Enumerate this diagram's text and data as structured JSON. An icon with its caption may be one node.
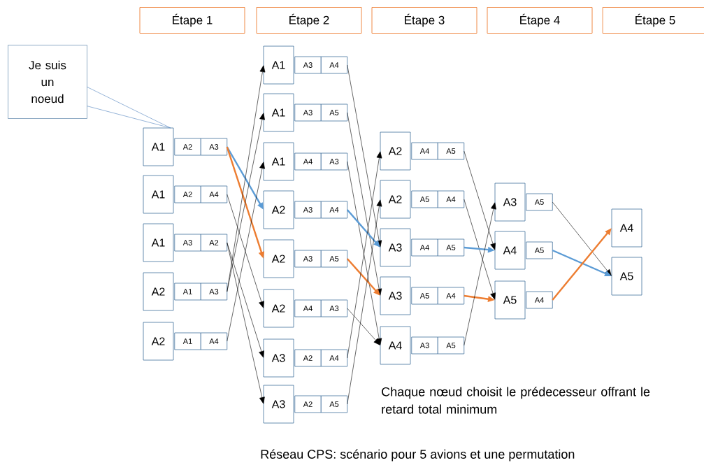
{
  "diagram": {
    "caption": "Réseau CPS: scénario pour 5 avions et une permutation",
    "nodes": [
      {
        "text": [
          "Étape 1"
        ]
      },
      {
        "text": [
          "Étape 2"
        ]
      },
      {
        "text": [
          "Étape 3"
        ]
      },
      {
        "text": [
          "Étape 4"
        ]
      },
      {
        "text": [
          "Étape 5"
        ]
      },
      {
        "text": [
          "Je suis un noeud"
        ]
      },
      {
        "text": [
          "A1"
        ]
      },
      {
        "text": [
          "A2"
        ]
      },
      {
        "text": [
          "A3"
        ]
      },
      {
        "text": [
          "A1"
        ]
      },
      {
        "text": [
          "A2"
        ]
      },
      {
        "text": [
          "A4"
        ]
      },
      {
        "text": [
          "A1"
        ]
      },
      {
        "text": [
          "A3"
        ]
      },
      {
        "text": [
          "A2"
        ]
      },
      {
        "text": [
          "A2"
        ]
      },
      {
        "text": [
          "A1"
        ]
      },
      {
        "text": [
          "A3"
        ]
      },
      {
        "text": [
          "A2"
        ]
      },
      {
        "text": [
          "A1"
        ]
      },
      {
        "text": [
          "A4"
        ]
      },
      {
        "text": [
          "A1"
        ]
      },
      {
        "text": [
          "A3"
        ]
      },
      {
        "text": [
          "A4"
        ]
      },
      {
        "text": [
          "A1"
        ]
      },
      {
        "text": [
          "A3"
        ]
      },
      {
        "text": [
          "A5"
        ]
      },
      {
        "text": [
          "A1"
        ]
      },
      {
        "text": [
          "A4"
        ]
      },
      {
        "text": [
          "A3"
        ]
      },
      {
        "text": [
          "A2"
        ]
      },
      {
        "text": [
          "A3"
        ]
      },
      {
        "text": [
          "A4"
        ]
      },
      {
        "text": [
          "A2"
        ]
      },
      {
        "text": [
          "A3"
        ]
      },
      {
        "text": [
          "A5"
        ]
      },
      {
        "text": [
          "A2"
        ]
      },
      {
        "text": [
          "A4"
        ]
      },
      {
        "text": [
          "A3"
        ]
      },
      {
        "text": [
          "A3"
        ]
      },
      {
        "text": [
          "A2"
        ]
      },
      {
        "text": [
          "A4"
        ]
      },
      {
        "text": [
          "A3"
        ]
      },
      {
        "text": [
          "A2"
        ]
      },
      {
        "text": [
          "A5"
        ]
      },
      {
        "text": [
          "A2"
        ]
      },
      {
        "text": [
          "A4"
        ]
      },
      {
        "text": [
          "A5"
        ]
      },
      {
        "text": [
          "A2"
        ]
      },
      {
        "text": [
          "A5"
        ]
      },
      {
        "text": [
          "A4"
        ]
      },
      {
        "text": [
          "A3"
        ]
      },
      {
        "text": [
          "A4"
        ]
      },
      {
        "text": [
          "A5"
        ]
      },
      {
        "text": [
          "A3"
        ]
      },
      {
        "text": [
          "A5"
        ]
      },
      {
        "text": [
          "A4"
        ]
      },
      {
        "text": [
          "A4"
        ]
      },
      {
        "text": [
          "A3"
        ]
      },
      {
        "text": [
          "A5"
        ]
      },
      {
        "text": [
          "A3"
        ]
      },
      {
        "text": [
          "A5"
        ]
      },
      {
        "text": [
          "A4"
        ]
      },
      {
        "text": [
          "A5"
        ]
      },
      {
        "text": [
          "A5"
        ]
      },
      {
        "text": [
          "A4"
        ]
      },
      {
        "text": [
          "A4"
        ]
      },
      {
        "text": [
          "A5"
        ]
      }
    ],
    "edges": [
      {
        "from": 5,
        "to": 6,
        "arrow": "none",
        "color": "#4f81bd"
      },
      {
        "from": 8,
        "to": 30,
        "arrow": "to",
        "style": "thick",
        "color": "#5b9bd5"
      },
      {
        "from": 8,
        "to": 33,
        "arrow": "to",
        "style": "thick",
        "color": "#ed7d31"
      },
      {
        "from": 11,
        "to": 36,
        "arrow": "to"
      },
      {
        "from": 14,
        "to": 39,
        "arrow": "to"
      },
      {
        "from": 14,
        "to": 42,
        "arrow": "to"
      },
      {
        "from": 17,
        "to": 21,
        "arrow": "to"
      },
      {
        "from": 17,
        "to": 24,
        "arrow": "to"
      },
      {
        "from": 20,
        "to": 27,
        "arrow": "to"
      },
      {
        "from": 23,
        "to": 51,
        "arrow": "to"
      },
      {
        "from": 26,
        "to": 54,
        "arrow": "to"
      },
      {
        "from": 29,
        "to": 57,
        "arrow": "to"
      },
      {
        "from": 32,
        "to": 51,
        "arrow": "to",
        "style": "thick",
        "color": "#5b9bd5"
      },
      {
        "from": 35,
        "to": 54,
        "arrow": "to",
        "style": "thick",
        "color": "#ed7d31"
      },
      {
        "from": 38,
        "to": 57,
        "arrow": "to"
      },
      {
        "from": 41,
        "to": 45,
        "arrow": "to"
      },
      {
        "from": 44,
        "to": 48,
        "arrow": "to"
      },
      {
        "from": 47,
        "to": 62,
        "arrow": "to"
      },
      {
        "from": 50,
        "to": 64,
        "arrow": "to"
      },
      {
        "from": 53,
        "to": 62,
        "arrow": "to",
        "style": "thick",
        "color": "#5b9bd5"
      },
      {
        "from": 56,
        "to": 64,
        "arrow": "to",
        "style": "thick",
        "color": "#ed7d31"
      },
      {
        "from": 59,
        "to": 60,
        "arrow": "to"
      },
      {
        "from": 61,
        "to": 67,
        "arrow": "to"
      },
      {
        "from": 63,
        "to": 67,
        "arrow": "to",
        "style": "thick",
        "color": "#5b9bd5"
      },
      {
        "from": 65,
        "to": 66,
        "arrow": "to",
        "style": "thick",
        "color": "#ed7d31"
      }
    ],
    "labels": [
      "Chaque nœud choisit le prédecesseur offrant le retard total minimum"
    ]
  }
}
